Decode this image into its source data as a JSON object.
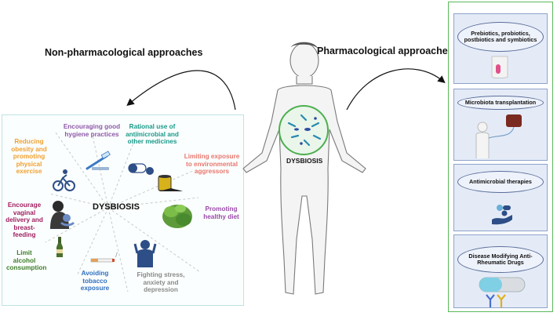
{
  "headings": {
    "non_pharma": "Non-pharmacological approaches",
    "pharma": "Pharmacological approaches"
  },
  "center_label": "DYSBIOSIS",
  "body_label": "DYSBIOSIS",
  "np_items": {
    "hygiene": "Encouraging good hygiene practices",
    "antimicrobial": "Rational use of antimicrobial and other medicines",
    "obesity": "Reducing obesity and promoting physical exercise",
    "exposure": "Limiting exposure to environmental aggressors",
    "vaginal": "Encourage vaginal delivery and breast-feeding",
    "diet": "Promoting healthy diet",
    "alcohol": "Limit alcohol consumption",
    "tobacco": "Avoiding tobacco exposure",
    "stress": "Fighting stress, anxiety and depression"
  },
  "pharma_items": [
    "Prebiotics, probiotics, postbiotics and symbiotics",
    "Microbiota transplantation",
    "Antimicrobial therapies",
    "Disease Modifying Anti-Rheumatic Drugs"
  ],
  "colors": {
    "hygiene": "#8e5aa8",
    "antimicrobial": "#1a9a8a",
    "obesity": "#f0a030",
    "exposure": "#e8776e",
    "vaginal": "#a02060",
    "diet": "#9a4aa8",
    "alcohol": "#3f7d2a",
    "tobacco": "#2f6fbf",
    "stress": "#8a8a8a",
    "panel_border": "#5cb85c",
    "card_fill": "#e4ebf7"
  },
  "icons": [
    "toothbrush-icon",
    "pills-icon",
    "cyclist-icon",
    "oil-barrel-icon",
    "mother-baby-icon",
    "salad-icon",
    "bottle-icon",
    "cigarette-icon",
    "stressed-person-icon",
    "probiotic-pack-icon",
    "transplant-icon",
    "hand-pills-icon",
    "capsule-antibody-icon"
  ]
}
